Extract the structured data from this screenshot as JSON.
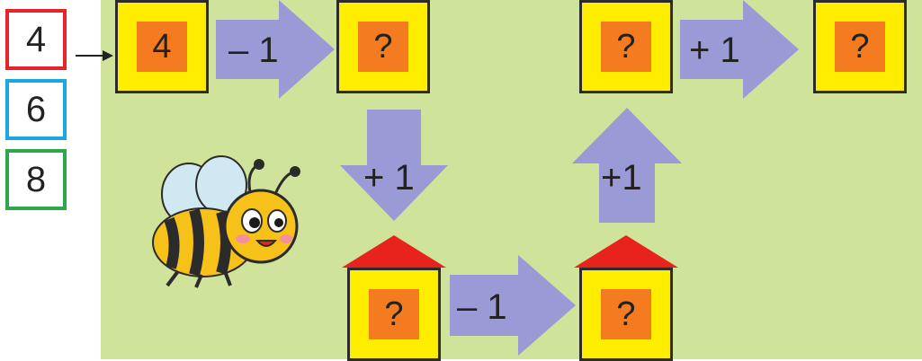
{
  "options": [
    {
      "value": "4",
      "color": "#e8232b"
    },
    {
      "value": "6",
      "color": "#1aa7e0"
    },
    {
      "value": "8",
      "color": "#2aa84a"
    }
  ],
  "houses": {
    "start": "4",
    "h2": "?",
    "h3": "?",
    "h4": "?",
    "h5": "?",
    "h6": "?"
  },
  "operations": {
    "op1": "– 1",
    "op2": "+ 1",
    "op3": "– 1",
    "op4": "+1",
    "op5": "+ 1"
  },
  "colors": {
    "background": "#cfe39a",
    "house_wall": "#ffed00",
    "roof": "#e8231e",
    "number_tile": "#f47b20",
    "arrow": "#9a9ad6"
  }
}
